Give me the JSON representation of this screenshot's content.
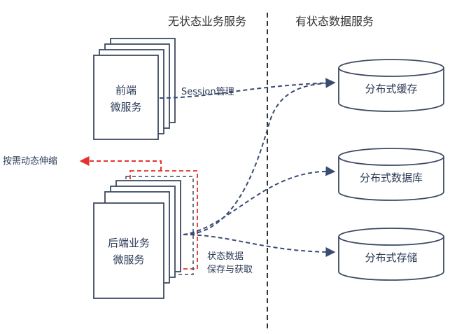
{
  "headers": {
    "stateless": "无状态业务服务",
    "stateful": "有状态数据服务"
  },
  "frontend": {
    "line1": "前端",
    "line2": "微服务"
  },
  "backend": {
    "line1": "后端业务",
    "line2": "微服务"
  },
  "session_label": "Session管理",
  "scale_label": "按需动态伸缩",
  "state_label": {
    "line1": "状态数据",
    "line2": "保存与获取"
  },
  "stores": {
    "cache": "分布式缓存",
    "database": "分布式数据库",
    "storage": "分布式存储"
  },
  "colors": {
    "box_stroke": "#3e4a61",
    "dash_blue": "#3a4c73",
    "dash_red": "#e0332f",
    "cyl_stroke": "#3e4a61"
  }
}
